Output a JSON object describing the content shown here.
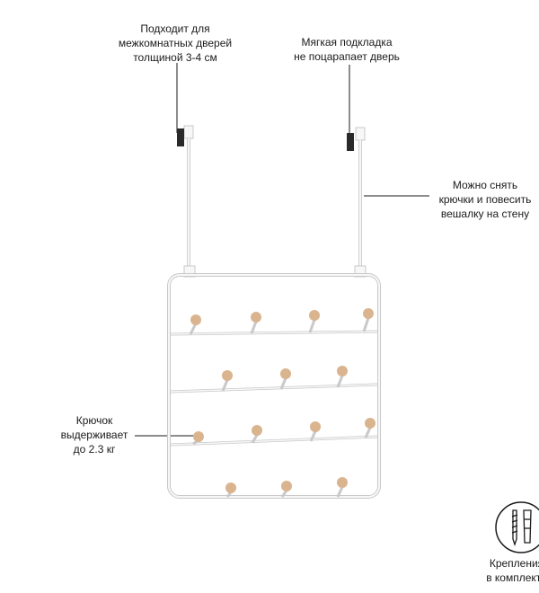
{
  "annotations": {
    "door_fit": "Подходит для\nмежкомнатных дверей\nтолщиной 3-4 см",
    "soft_pad": "Мягкая подкладка\nне поцарапает дверь",
    "wall_mount": "Можно снять\nкрючки и повесить\nвешалку на стену",
    "hook_load": "Крючок\nвыдерживает\nдо 2.3 кг",
    "mounting_kit": "Крепления\nв комплекте"
  },
  "icons": {
    "mounting_kit_icon": "screw-and-anchor-icon"
  },
  "colors": {
    "frame": "#f2f2f2",
    "frame_edge": "#c9c9c9",
    "knob": "#d9b48f",
    "pad": "#2a2a2a",
    "leader_line": "#1a1a1a"
  }
}
